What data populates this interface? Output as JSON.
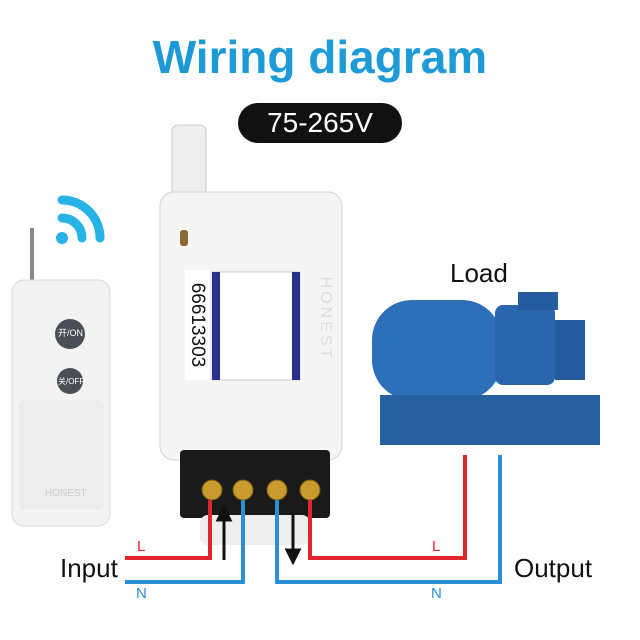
{
  "title": "Wiring diagram",
  "voltage": "75-265V",
  "labels": {
    "load": "Load",
    "input": "Input",
    "output": "Output",
    "input_l": "L",
    "input_n": "N",
    "output_l": "L",
    "output_n": "N"
  },
  "remote": {
    "on_button": "开/ON",
    "off_button": "关/OFF",
    "brand": "HONEST"
  },
  "receiver": {
    "serial": "66613303",
    "brand": "HONEST"
  },
  "colors": {
    "title": "#1e9bd7",
    "live": "#e0262b",
    "neutral": "#2a8fd6",
    "pump": "#2d6fb8"
  }
}
